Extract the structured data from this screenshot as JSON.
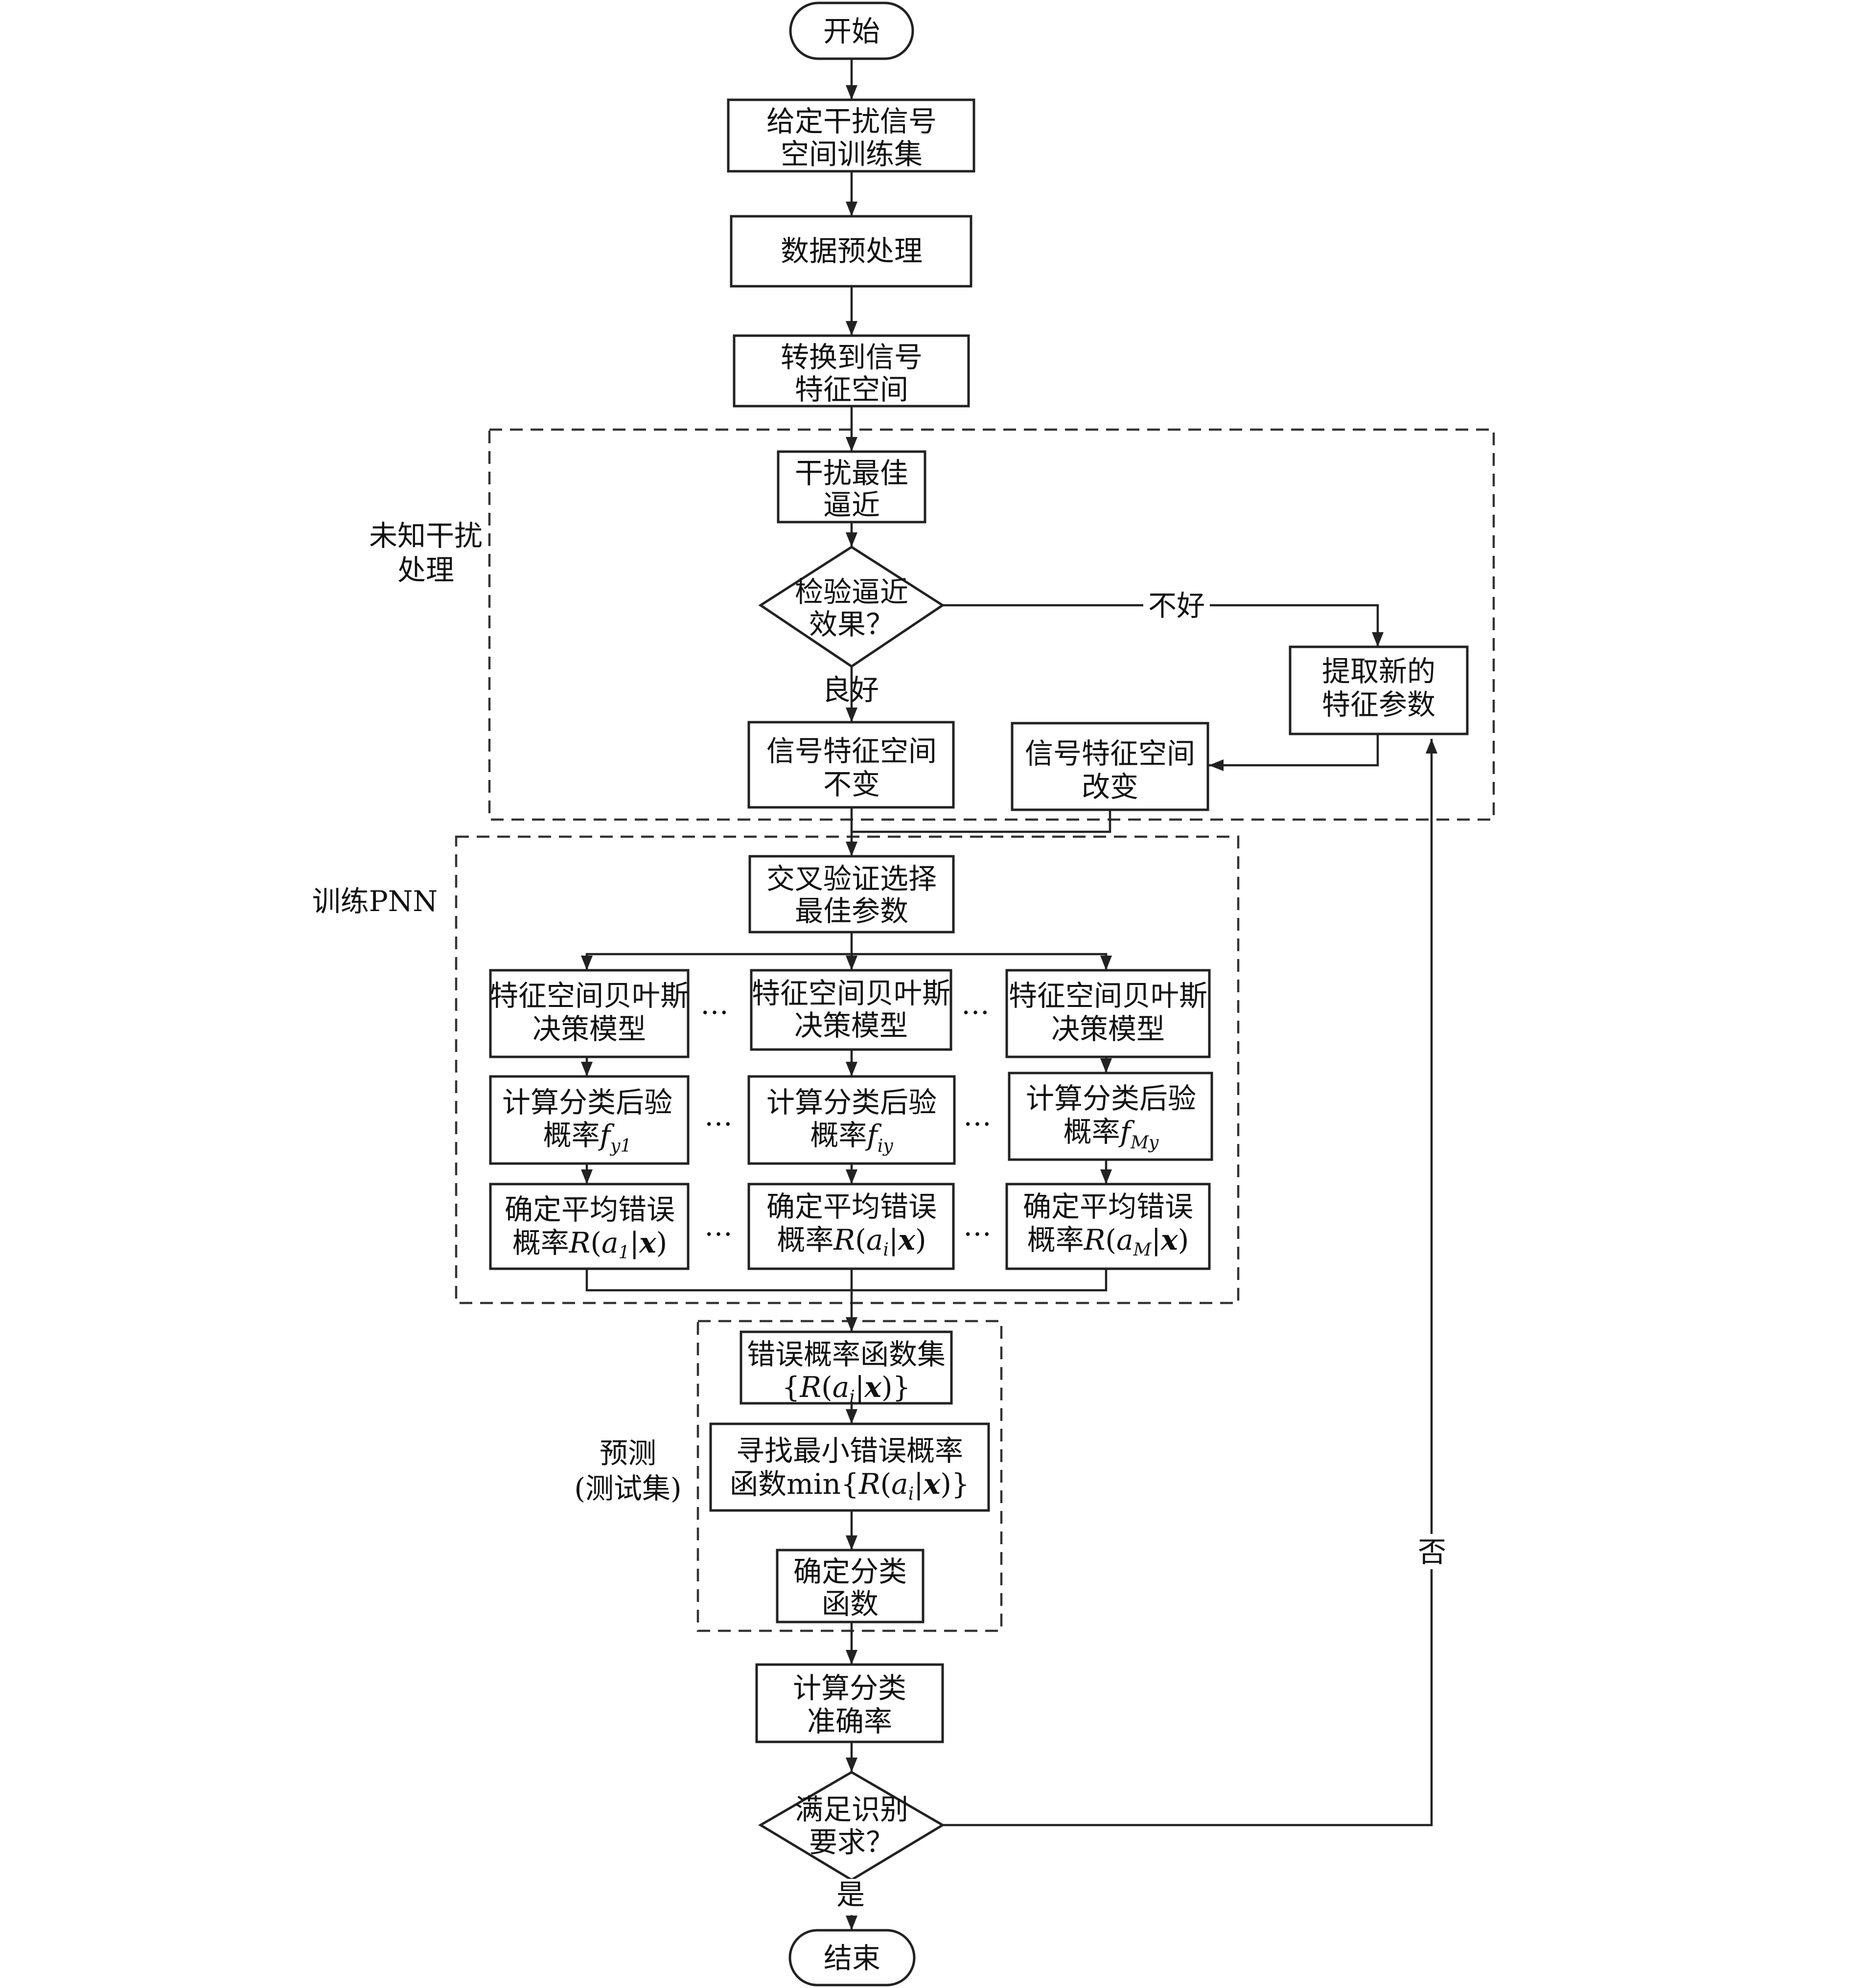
{
  "nodes": {
    "start": [
      "开始"
    ],
    "train_set": [
      "给定干扰信号",
      "空间训练集"
    ],
    "preprocess": [
      "数据预处理"
    ],
    "to_feature": [
      "转换到信号",
      "特征空间"
    ],
    "approx": [
      "干扰最佳",
      "逼近"
    ],
    "check": [
      "检验逼近",
      "效果？"
    ],
    "extract": [
      "提取新的",
      "特征参数"
    ],
    "space_same": [
      "信号特征空间",
      "不变"
    ],
    "space_change": [
      "信号特征空间",
      "改变"
    ],
    "cross_val": [
      "交叉验证选择",
      "最佳参数"
    ],
    "bayes": [
      "特征空间贝叶斯",
      "决策模型"
    ],
    "posterior": {
      "line1": "计算分类后验",
      "prefix": "概率",
      "subscripts": [
        "y1",
        "iy",
        "My"
      ]
    },
    "avg_error": {
      "line1": "确定平均错误",
      "prefix": "概率",
      "subscripts": [
        "1",
        "i",
        "M"
      ]
    },
    "func_set": {
      "line1": "错误概率函数集",
      "sub": "i"
    },
    "find_min": {
      "line1": "寻找最小错误概率",
      "prefix": "函数",
      "sub": "i"
    },
    "classify": [
      "确定分类",
      "函数"
    ],
    "accuracy": [
      "计算分类",
      "准确率"
    ],
    "meet": [
      "满足识别",
      "要求？"
    ],
    "end": [
      "结束"
    ]
  },
  "edge_labels": {
    "bad": "不好",
    "good": "良好",
    "no": "否",
    "yes": "是"
  },
  "groups": {
    "unknown": [
      "未知干扰",
      "处理"
    ],
    "train": [
      "训练PNN"
    ],
    "predict": [
      "预测",
      "(测试集)"
    ]
  },
  "ellipsis": "…"
}
